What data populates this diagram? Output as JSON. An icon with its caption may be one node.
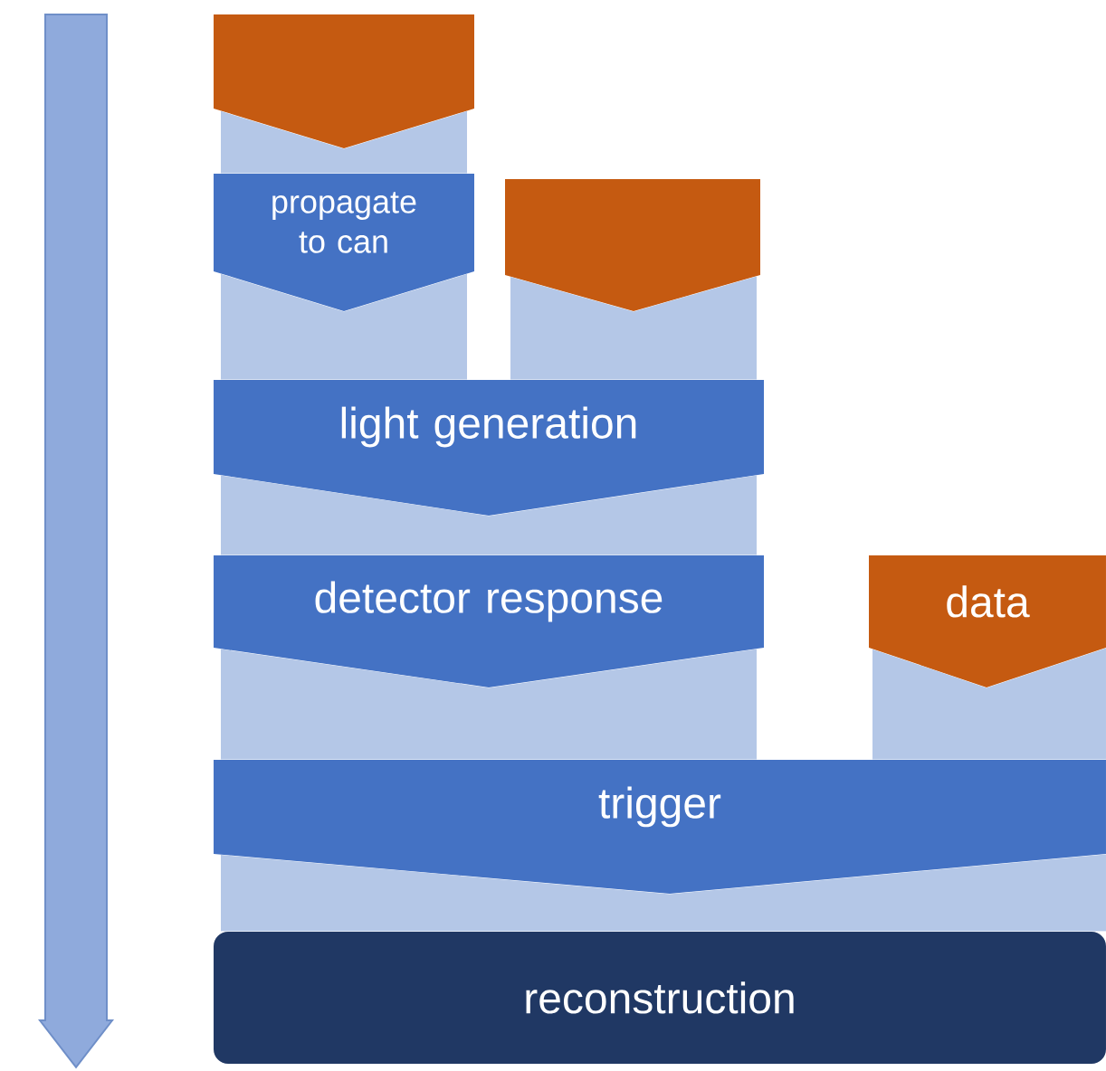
{
  "diagram": {
    "nodes": [
      {
        "text": [],
        "shape": "box"
      },
      {
        "text": [
          "propagate to can"
        ]
      },
      {
        "text": [],
        "shape": "box"
      },
      {
        "text": [
          "light generation"
        ]
      },
      {
        "text": [
          "detector response"
        ]
      },
      {
        "text": [
          "data"
        ]
      },
      {
        "text": [
          "trigger"
        ]
      },
      {
        "text": [
          "reconstruction"
        ]
      }
    ],
    "edges": [
      {
        "from": 0,
        "to": 1,
        "arrow": "none"
      },
      {
        "from": 1,
        "to": 3,
        "arrow": "none"
      },
      {
        "from": 2,
        "to": 3,
        "arrow": "none"
      },
      {
        "from": 3,
        "to": 4,
        "arrow": "none"
      },
      {
        "from": 4,
        "to": 6,
        "arrow": "none"
      },
      {
        "from": 5,
        "to": 6,
        "arrow": "none"
      },
      {
        "from": 6,
        "to": 7,
        "arrow": "none"
      }
    ]
  }
}
